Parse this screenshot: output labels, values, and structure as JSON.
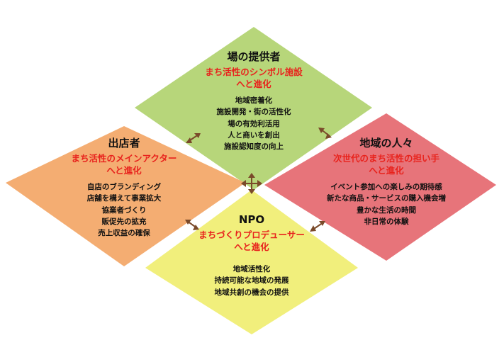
{
  "colors": {
    "top": "#b7d67a",
    "left": "#f4ad72",
    "right": "#e7747a",
    "bottom": "#f1ef7c",
    "arrow": "#7a4a2a",
    "accent": "#e8231d"
  },
  "top": {
    "title": "場の提供者",
    "subtitle1": "まち活性のシンボル施設",
    "subtitle2": "へと進化",
    "items": [
      "地域密着化",
      "施設開発・街の活性化",
      "場の有効利活用",
      "人と商いを創出",
      "施設認知度の向上"
    ]
  },
  "left": {
    "title": "出店者",
    "subtitle1": "まち活性のメインアクター",
    "subtitle2": "へと進化",
    "items": [
      "自店のブランディング",
      "店舗を構えて事業拡大",
      "協業者づくり",
      "販促先の拡充",
      "売上収益の確保"
    ]
  },
  "right": {
    "title": "地域の人々",
    "subtitle1": "次世代のまち活性の担い手",
    "subtitle2": "へと進化",
    "items": [
      "イベント参加への楽しみの期待感",
      "新たな商品・サービスの購入機会増",
      "豊かな生活の時間",
      "非日常の体験"
    ]
  },
  "bottom": {
    "title": "NPO",
    "subtitle1": "まちづくりプロデューサー",
    "subtitle2": "へと進化",
    "items": [
      "地域活性化",
      "持続可能な地域の発展",
      "地域共創の機会の提供"
    ]
  }
}
